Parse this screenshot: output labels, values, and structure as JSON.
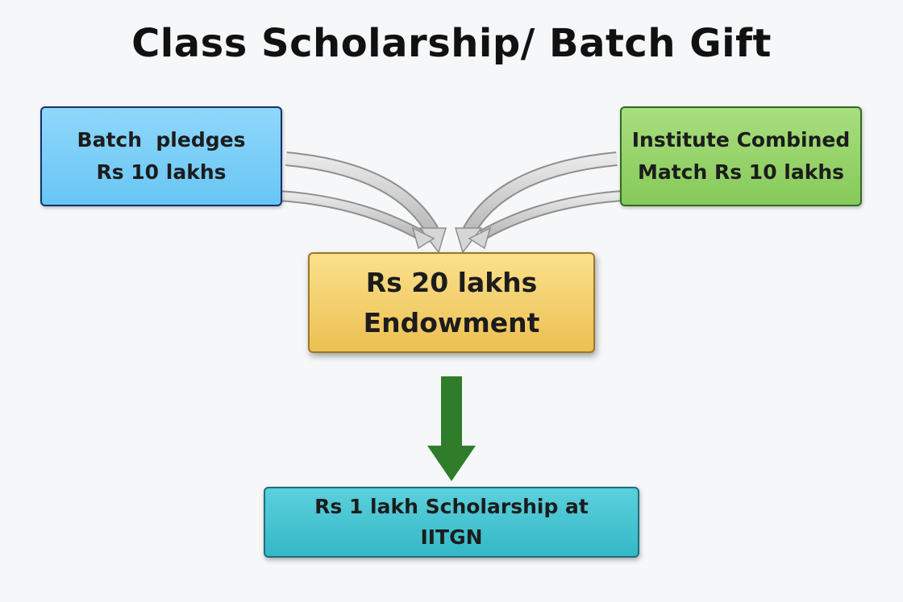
{
  "title": "Class Scholarship/ Batch Gift",
  "boxes": {
    "batch": {
      "line1": "Batch  pledges",
      "line2": "Rs 10 lakhs",
      "color": "#7fd0f8"
    },
    "institute": {
      "line1": "Institute Combined",
      "line2": "Match Rs 10 lakhs",
      "color": "#97d46b"
    },
    "endowment": {
      "line1": "Rs 20 lakhs",
      "line2": "Endowment",
      "color": "#f5d070"
    },
    "scholarship": {
      "line1": "Rs 1 lakh Scholarship at",
      "line2": "IITGN",
      "color": "#45c3d1"
    }
  },
  "arrows": {
    "converging_color": "#c8c8c8",
    "down_color": "#2f7d2a"
  }
}
